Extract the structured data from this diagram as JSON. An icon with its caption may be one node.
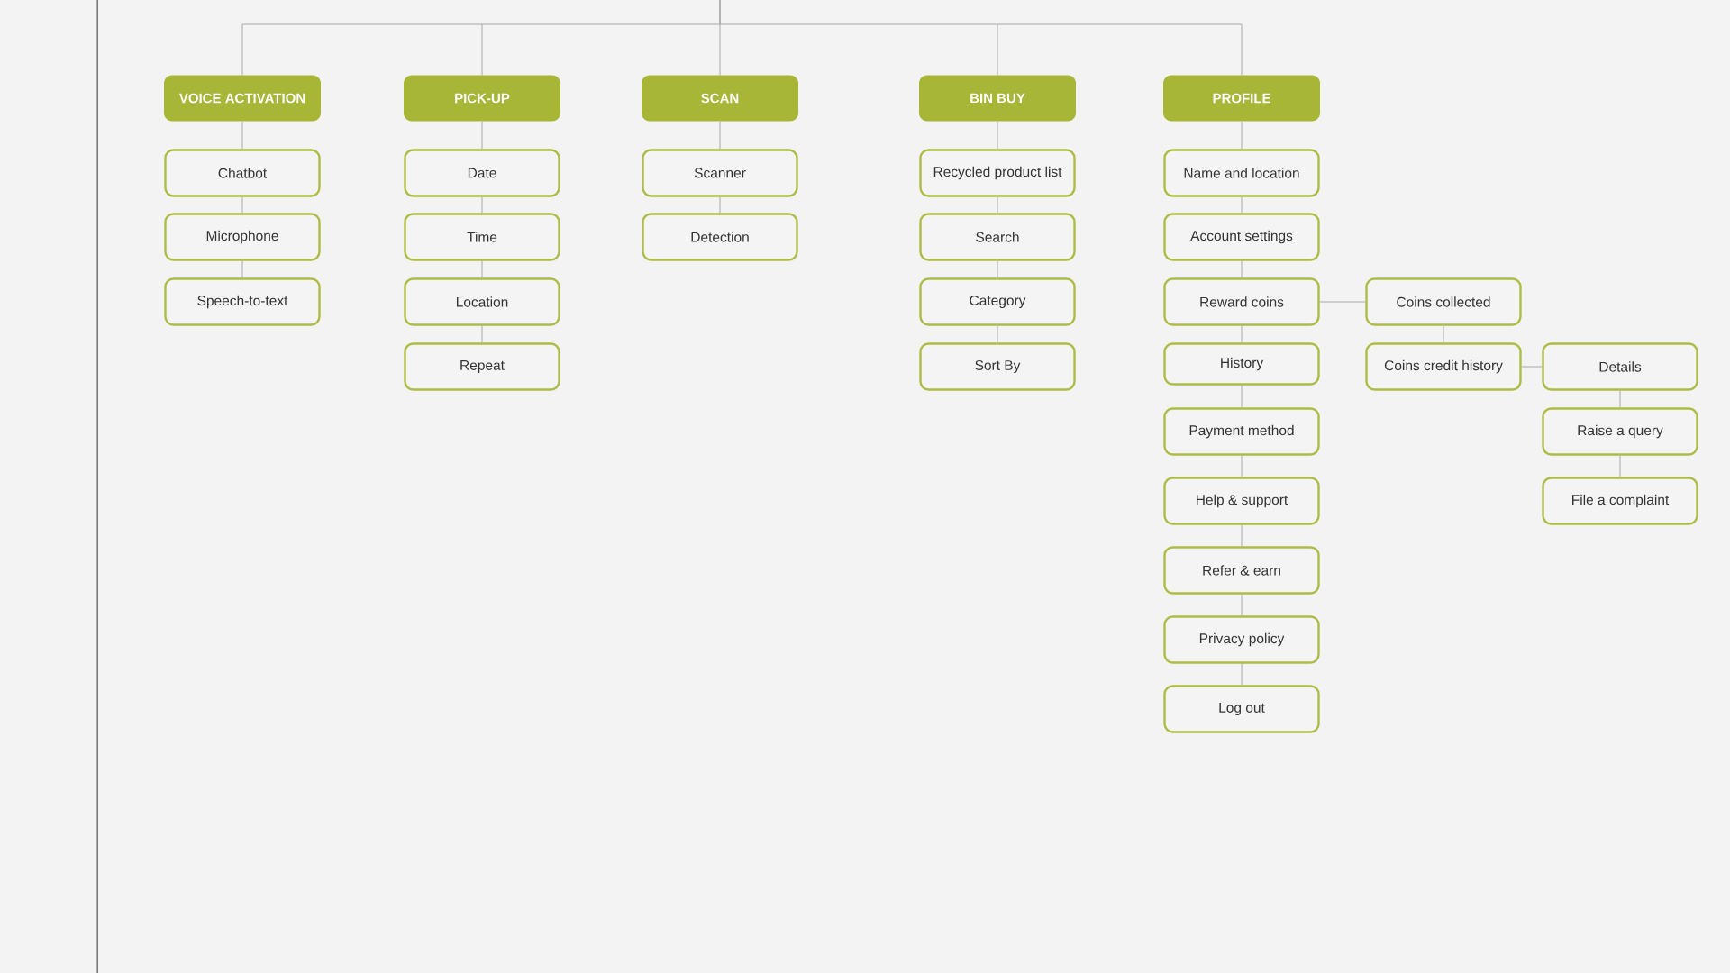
{
  "diagram": {
    "nodes": [
      {
        "text": [
          "VOICE ACTIVATION"
        ]
      },
      {
        "text": [
          "Chatbot"
        ]
      },
      {
        "text": [
          "Microphone"
        ]
      },
      {
        "text": [
          "Speech-to-text"
        ]
      },
      {
        "text": [
          "PICK-UP"
        ]
      },
      {
        "text": [
          "Date"
        ]
      },
      {
        "text": [
          "Time"
        ]
      },
      {
        "text": [
          "Location"
        ]
      },
      {
        "text": [
          "Repeat"
        ]
      },
      {
        "text": [
          "SCAN"
        ]
      },
      {
        "text": [
          "Scanner"
        ]
      },
      {
        "text": [
          "Detection"
        ]
      },
      {
        "text": [
          "BIN BUY"
        ]
      },
      {
        "text": [
          "Recycled product list"
        ]
      },
      {
        "text": [
          "Search"
        ]
      },
      {
        "text": [
          "Category"
        ]
      },
      {
        "text": [
          "Sort By"
        ]
      },
      {
        "text": [
          "PROFILE"
        ]
      },
      {
        "text": [
          "Name and location"
        ]
      },
      {
        "text": [
          "Account settings"
        ]
      },
      {
        "text": [
          "Reward coins"
        ]
      },
      {
        "text": [
          "History"
        ]
      },
      {
        "text": [
          "Payment method"
        ]
      },
      {
        "text": [
          "Help & support"
        ]
      },
      {
        "text": [
          "Refer & earn"
        ]
      },
      {
        "text": [
          "Privacy policy"
        ]
      },
      {
        "text": [
          "Log out"
        ]
      },
      {
        "text": [
          "Coins collected"
        ]
      },
      {
        "text": [
          "Coins credit history"
        ]
      },
      {
        "text": [
          "Details"
        ]
      },
      {
        "text": [
          "Raise a query"
        ]
      },
      {
        "text": [
          "File a complaint"
        ]
      }
    ],
    "edges": [
      {
        "from": null,
        "to": 0,
        "arrow": "none"
      },
      {
        "from": null,
        "to": 4,
        "arrow": "none"
      },
      {
        "from": null,
        "to": 9,
        "arrow": "none"
      },
      {
        "from": null,
        "to": 12,
        "arrow": "none"
      },
      {
        "from": null,
        "to": 17,
        "arrow": "none"
      },
      {
        "from": 0,
        "to": 1,
        "arrow": "none"
      },
      {
        "from": 1,
        "to": 2,
        "arrow": "none"
      },
      {
        "from": 2,
        "to": 3,
        "arrow": "none"
      },
      {
        "from": 4,
        "to": 5,
        "arrow": "none"
      },
      {
        "from": 5,
        "to": 6,
        "arrow": "none"
      },
      {
        "from": 6,
        "to": 7,
        "arrow": "none"
      },
      {
        "from": 7,
        "to": 8,
        "arrow": "none"
      },
      {
        "from": 9,
        "to": 10,
        "arrow": "none"
      },
      {
        "from": 10,
        "to": 11,
        "arrow": "none"
      },
      {
        "from": 12,
        "to": 13,
        "arrow": "none"
      },
      {
        "from": 13,
        "to": 14,
        "arrow": "none"
      },
      {
        "from": 14,
        "to": 15,
        "arrow": "none"
      },
      {
        "from": 15,
        "to": 16,
        "arrow": "none"
      },
      {
        "from": 17,
        "to": 18,
        "arrow": "none"
      },
      {
        "from": 18,
        "to": 19,
        "arrow": "none"
      },
      {
        "from": 19,
        "to": 20,
        "arrow": "none"
      },
      {
        "from": 20,
        "to": 21,
        "arrow": "none"
      },
      {
        "from": 21,
        "to": 22,
        "arrow": "none"
      },
      {
        "from": 22,
        "to": 23,
        "arrow": "none"
      },
      {
        "from": 23,
        "to": 24,
        "arrow": "none"
      },
      {
        "from": 24,
        "to": 25,
        "arrow": "none"
      },
      {
        "from": 25,
        "to": 26,
        "arrow": "none"
      },
      {
        "from": 20,
        "to": 27,
        "arrow": "none"
      },
      {
        "from": 27,
        "to": 28,
        "arrow": "none"
      },
      {
        "from": 28,
        "to": 29,
        "arrow": "none"
      },
      {
        "from": 29,
        "to": 30,
        "arrow": "none"
      },
      {
        "from": 30,
        "to": 31,
        "arrow": "none"
      }
    ]
  }
}
